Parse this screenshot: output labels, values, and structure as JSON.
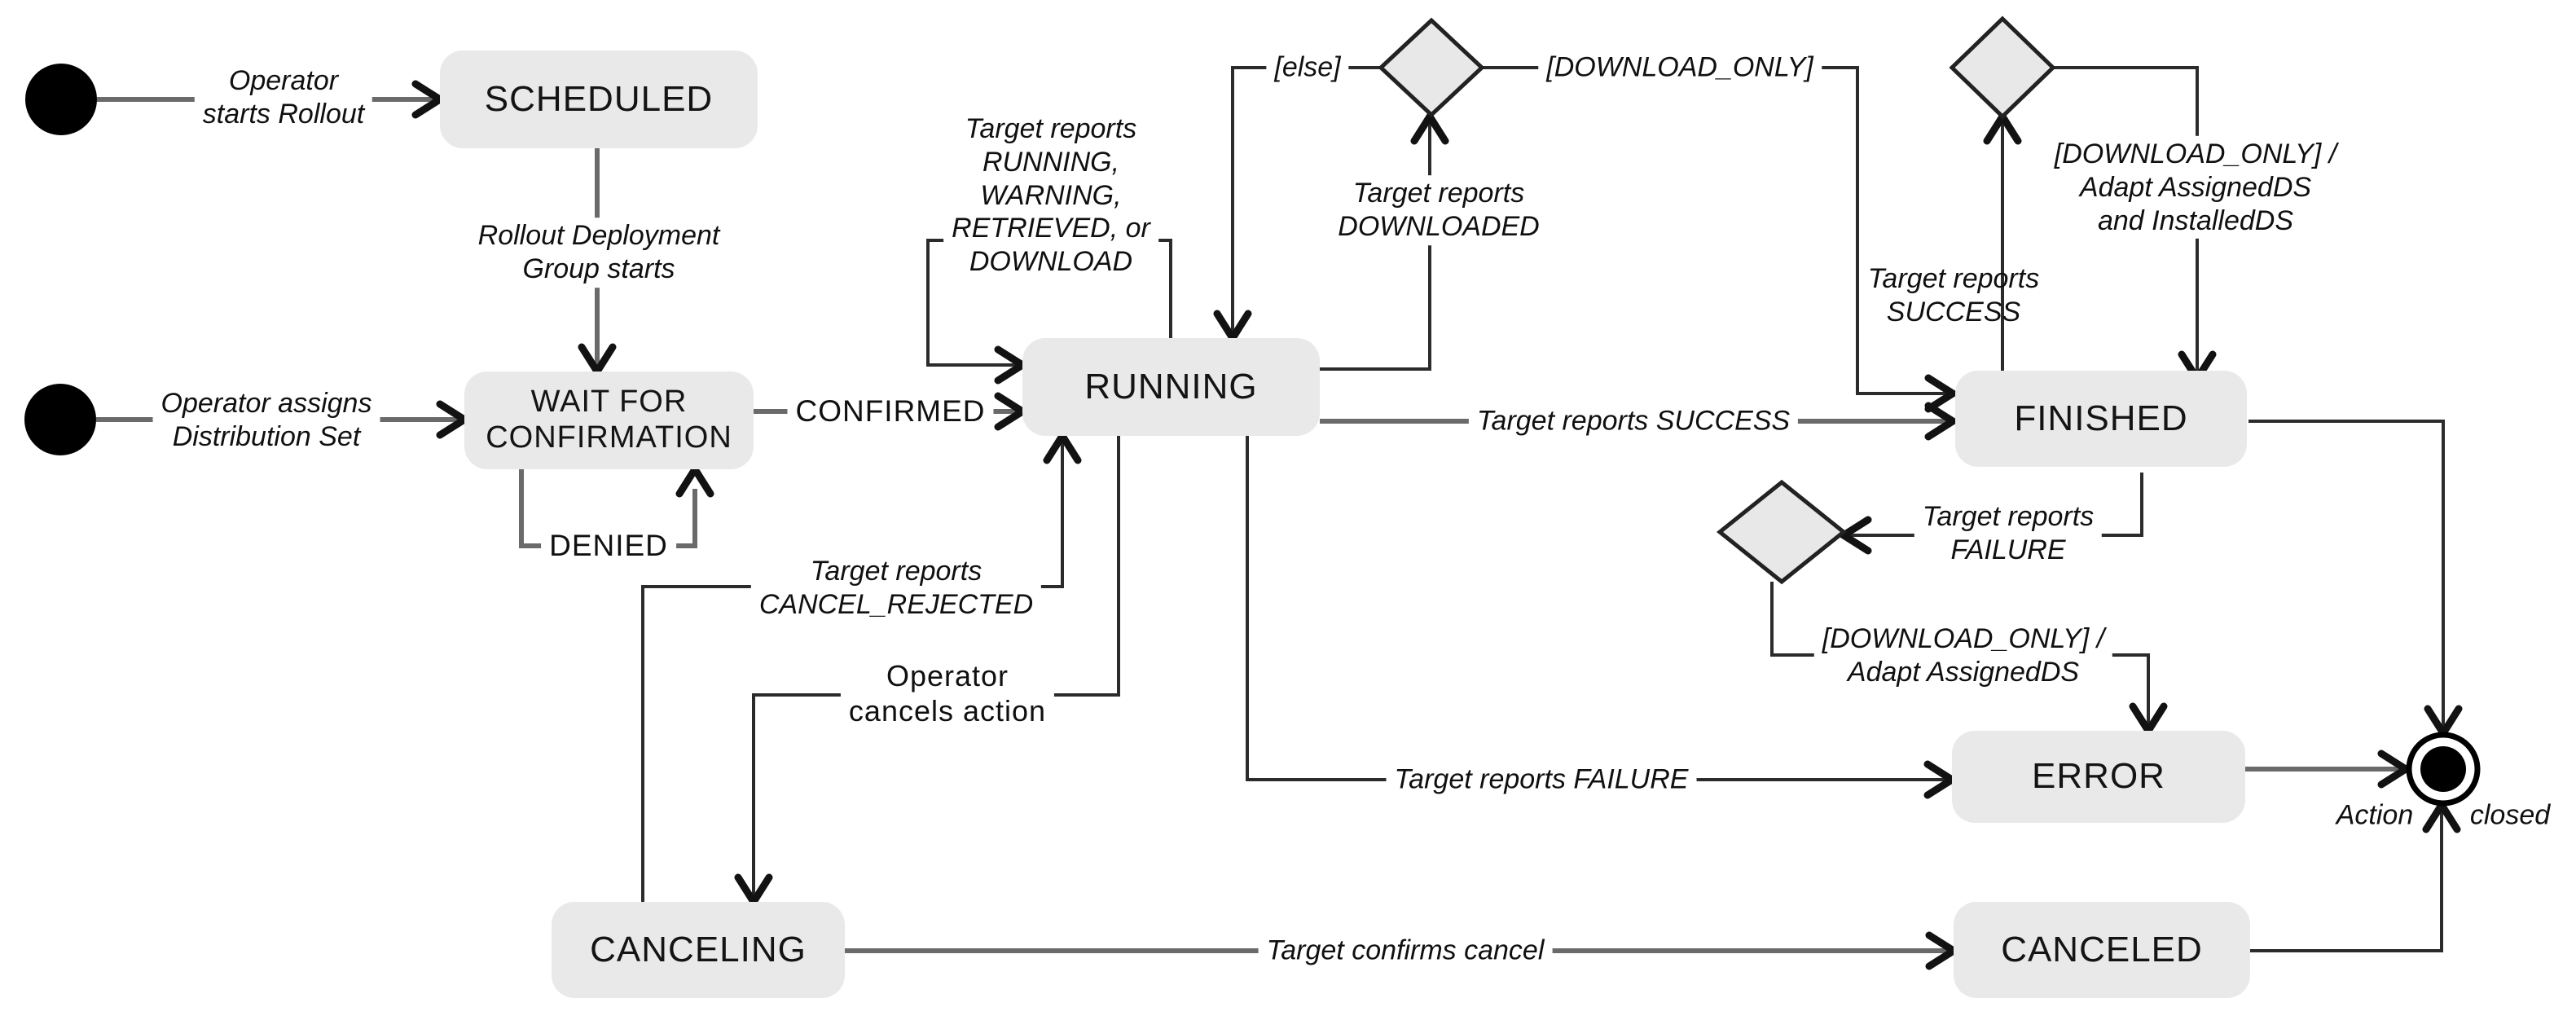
{
  "colors": {
    "state_fill": "#e9e9e9",
    "line_gray": "#6a6a6a",
    "line_dark": "#2b2b2b",
    "arrowhead": "#121212",
    "diamond_fill": "#e8e8e8"
  },
  "states": {
    "scheduled": "SCHEDULED",
    "wait_for_confirmation": "WAIT FOR\nCONFIRMATION",
    "running": "RUNNING",
    "finished": "FINISHED",
    "error": "ERROR",
    "canceling": "CANCELING",
    "canceled": "CANCELED"
  },
  "transitions": {
    "operator_starts_rollout": "Operator\nstarts Rollout",
    "rollout_group_starts": "Rollout Deployment\nGroup starts",
    "operator_assigns_ds": "Operator assigns\nDistribution Set",
    "denied": "DENIED",
    "confirmed": "CONFIRMED",
    "running_self_loop": "Target reports\nRUNNING,\nWARNING,\nRETRIEVED, or\nDOWNLOAD",
    "target_reports_downloaded": "Target reports\nDOWNLOADED",
    "else_guard": "[else]",
    "download_only_guard": "[DOWNLOAD_ONLY]",
    "target_reports_success": "Target reports SUCCESS",
    "target_reports_success_stacked": "Target reports\nSUCCESS",
    "download_only_adapt_installed": "[DOWNLOAD_ONLY] /\nAdapt AssignedDS\nand InstalledDS",
    "target_reports_failure_stacked": "Target reports\nFAILURE",
    "download_only_adapt": "[DOWNLOAD_ONLY] /\nAdapt AssignedDS",
    "target_reports_failure": "Target reports FAILURE",
    "operator_cancels_action": "Operator\ncancels action",
    "target_reports_cancel_rejected": "Target reports\nCANCEL_REJECTED",
    "target_confirms_cancel": "Target confirms cancel",
    "action_word": "Action",
    "closed_word": "closed"
  }
}
